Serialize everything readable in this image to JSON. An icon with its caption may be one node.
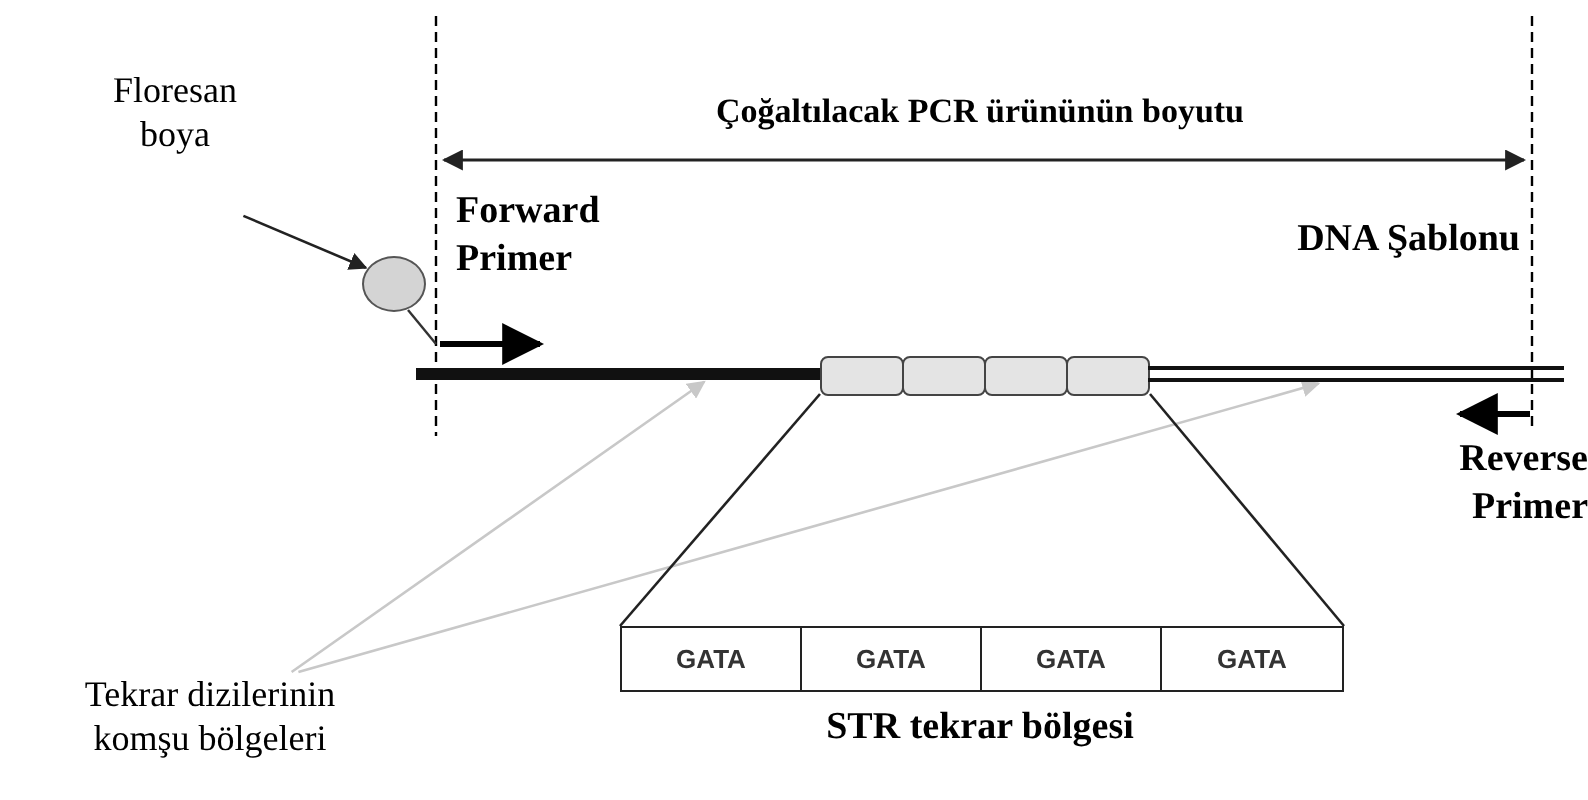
{
  "diagram": {
    "nodes": [
      {
        "text": [
          "Floresan boya"
        ]
      },
      {
        "text": [],
        "shape": "circle"
      },
      {
        "text": [],
        "shape": "bar"
      },
      {
        "text": [],
        "shape": "box"
      },
      {
        "text": [],
        "shape": "box"
      },
      {
        "text": [],
        "shape": "box"
      },
      {
        "text": [],
        "shape": "box"
      },
      {
        "text": [],
        "shape": "bar"
      },
      {
        "text": [
          "GATA"
        ]
      },
      {
        "text": [
          "GATA"
        ]
      },
      {
        "text": [
          "GATA"
        ]
      },
      {
        "text": [
          "GATA"
        ]
      },
      {
        "text": [
          "Tekrar dizilerinin komşu bölgeleri"
        ]
      }
    ],
    "edges": [
      {
        "from": 0,
        "to": 1,
        "arrow": "to"
      },
      {
        "from": 12,
        "to": 2,
        "arrow": "to",
        "color": "#c8c8c8"
      },
      {
        "from": 12,
        "to": 7,
        "arrow": "to",
        "color": "#c8c8c8"
      },
      {
        "from": 3,
        "to": 8,
        "arrow": "none"
      },
      {
        "from": 6,
        "to": 11,
        "arrow": "none"
      }
    ],
    "labels": [
      "Çoğaltılacak PCR ürününün boyutu",
      "Forward Primer",
      "DNA Şablonu",
      "Reverse Primer",
      "STR tekrar bölgesi"
    ]
  }
}
